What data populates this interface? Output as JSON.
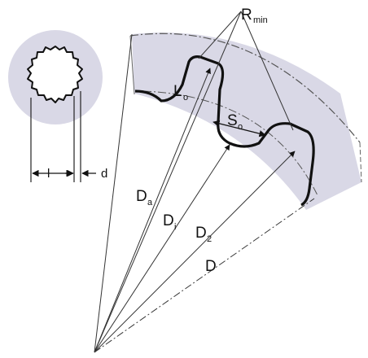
{
  "labels": {
    "r_min": {
      "main": "R",
      "sub": "min"
    },
    "l_o": {
      "main": "L",
      "sub": "o"
    },
    "s_o": {
      "main": "S",
      "sub": "o"
    },
    "d_a": {
      "main": "D",
      "sub": "a"
    },
    "d_i": {
      "main": "D",
      "sub": "i"
    },
    "d_2": {
      "main": "D",
      "sub": "2"
    },
    "d": {
      "main": "D"
    },
    "l": "l",
    "small_d": "d"
  },
  "colors": {
    "shade": "#d9d8e6",
    "ink": "#111111",
    "line": "#333333"
  }
}
